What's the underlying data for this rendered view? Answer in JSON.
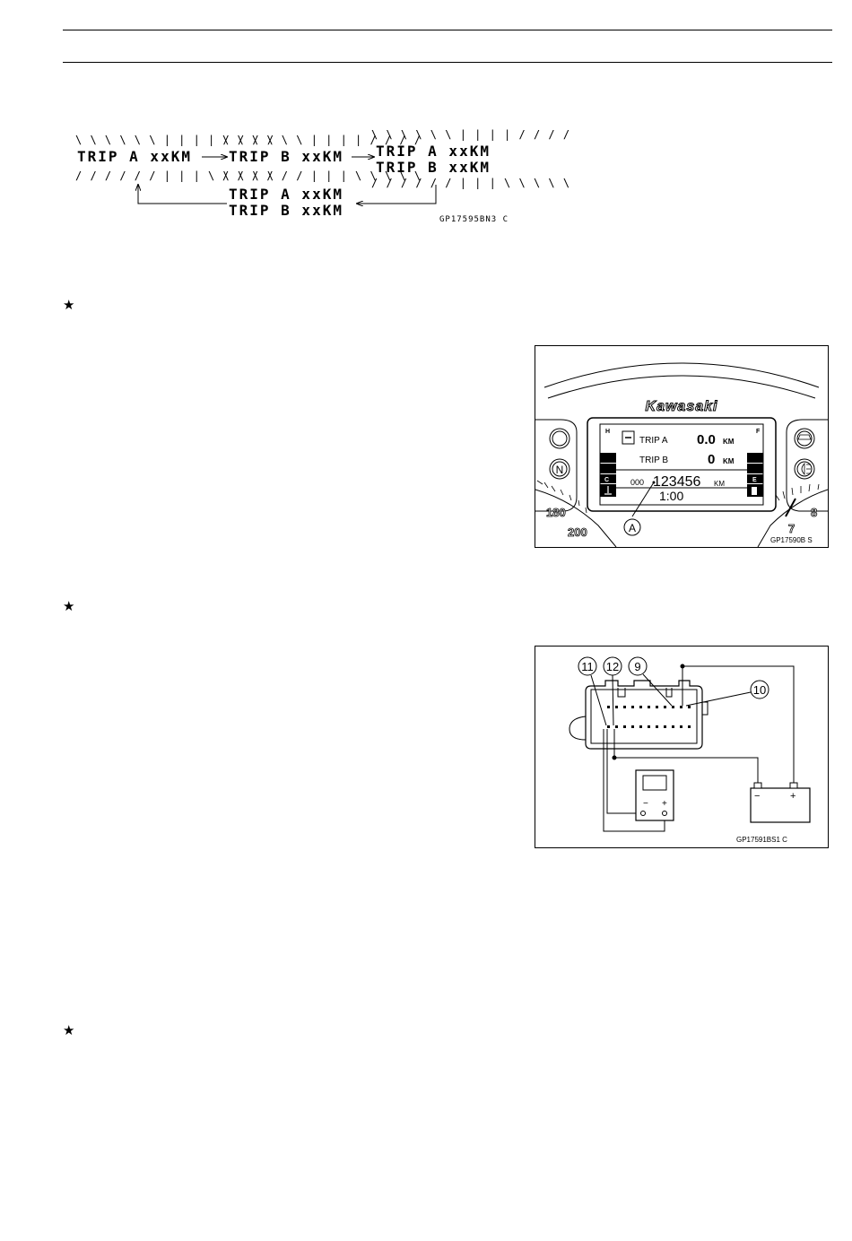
{
  "trip_figure": {
    "state1": "TRIP A xxKM",
    "state2": "TRIP B xxKM",
    "state3_line1": "TRIP A xxKM",
    "state3_line2": "TRIP B xxKM",
    "state4_line1": "TRIP A xxKM",
    "state4_line2": "TRIP B xxKM",
    "rays_top_1": "\\\\\\\\\\\\||||////",
    "rays_bottom_1": "////||||\\\\\\\\\\\\",
    "code": "GP17595BN3 C"
  },
  "bullets": [
    "★",
    "★",
    "★"
  ],
  "meter_figure": {
    "brand": "Kawasaki",
    "h_label": "H",
    "f_label": "F",
    "c_label": "C",
    "e_label": "E",
    "trip_a_label": "TRIP A",
    "trip_a_value": "0.0",
    "trip_a_unit": "KM",
    "trip_b_label": "TRIP B",
    "trip_b_value": "0",
    "trip_b_unit": "KM",
    "odo_prefix": "000",
    "odo_value": "123456",
    "odo_unit": "KM",
    "clock": "1:00",
    "neutral_label": "N",
    "speed_180": "180",
    "speed_200": "200",
    "rpm_7": "7",
    "rpm_8": "8",
    "callout": "A",
    "code": "GP17590B  S"
  },
  "wiring_figure": {
    "label_11": "11",
    "label_12": "12",
    "label_9": "9",
    "label_10": "10",
    "minus": "−",
    "plus": "+",
    "code": "GP17591BS1  C"
  }
}
